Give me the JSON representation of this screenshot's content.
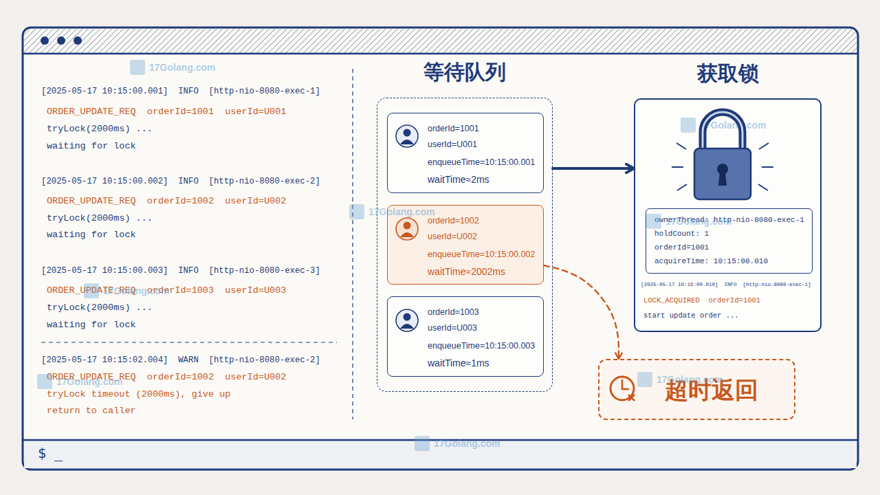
{
  "diagram": {
    "nodes": [
      {
        "text": [
          "等待队列"
        ]
      },
      {
        "text": [
          "orderId=1001",
          "userId=U001",
          "enqueueTime=10:15:00.001",
          "waitTime≈2ms"
        ],
        "in": 0
      },
      {
        "text": [
          "orderId=1002",
          "userId=U002",
          "enqueueTime=10:15:00.002",
          "waitTime≈2002ms"
        ],
        "in": 0
      },
      {
        "text": [
          "orderId=1003",
          "userId=U003",
          "enqueueTime=10:15:00.003",
          "waitTime≈1ms"
        ],
        "in": 0
      },
      {
        "text": [
          "获取锁",
          "[2025-05-17 10:15:00.010]  INFO  [http-nio-8080-exec-1]",
          "LOCK_ACQUIRED  orderId=1001",
          "start update order ..."
        ]
      },
      {
        "text": [
          "ownerThread: http-nio-8080-exec-1",
          "holdCount: 1",
          "orderId=1001",
          "acquireTime: 10:15:00.010"
        ],
        "in": 4
      },
      {
        "text": [
          "超时返回"
        ]
      }
    ],
    "edges": [
      {
        "from": 0,
        "to": 4,
        "arrow": "to"
      },
      {
        "from": 2,
        "to": 6,
        "arrow": "to"
      }
    ],
    "labels": [
      "[2025-05-17 10:15:00.001]  INFO  [http-nio-8080-exec-1]",
      "ORDER_UPDATE_REQ  orderId=1001  userId=U001",
      "tryLock(2000ms) ...",
      "waiting for lock",
      "[2025-05-17 10:15:00.002]  INFO  [http-nio-8080-exec-2]",
      "ORDER_UPDATE_REQ  orderId=1002  userId=U002",
      "tryLock(2000ms) ...",
      "waiting for lock",
      "[2025-05-17 10:15:00.003]  INFO  [http-nio-8080-exec-3]",
      "ORDER_UPDATE_REQ  orderId=1003  userId=U003",
      "tryLock(2000ms) ...",
      "waiting for lock",
      "[2025-05-17 10:15:02.004]  WARN  [http-nio-8080-exec-2]",
      "ORDER_UPDATE_REQ  orderId=1002  userId=U002",
      "tryLock timeout (2000ms), give up",
      "return to caller",
      "$ _",
      "17Golang.com",
      "17Golang.com",
      "17Golang.com",
      "17Golang.com",
      "17Golang.com",
      "17Golang.com",
      "17Golang.com",
      "17Golang.com"
    ]
  }
}
